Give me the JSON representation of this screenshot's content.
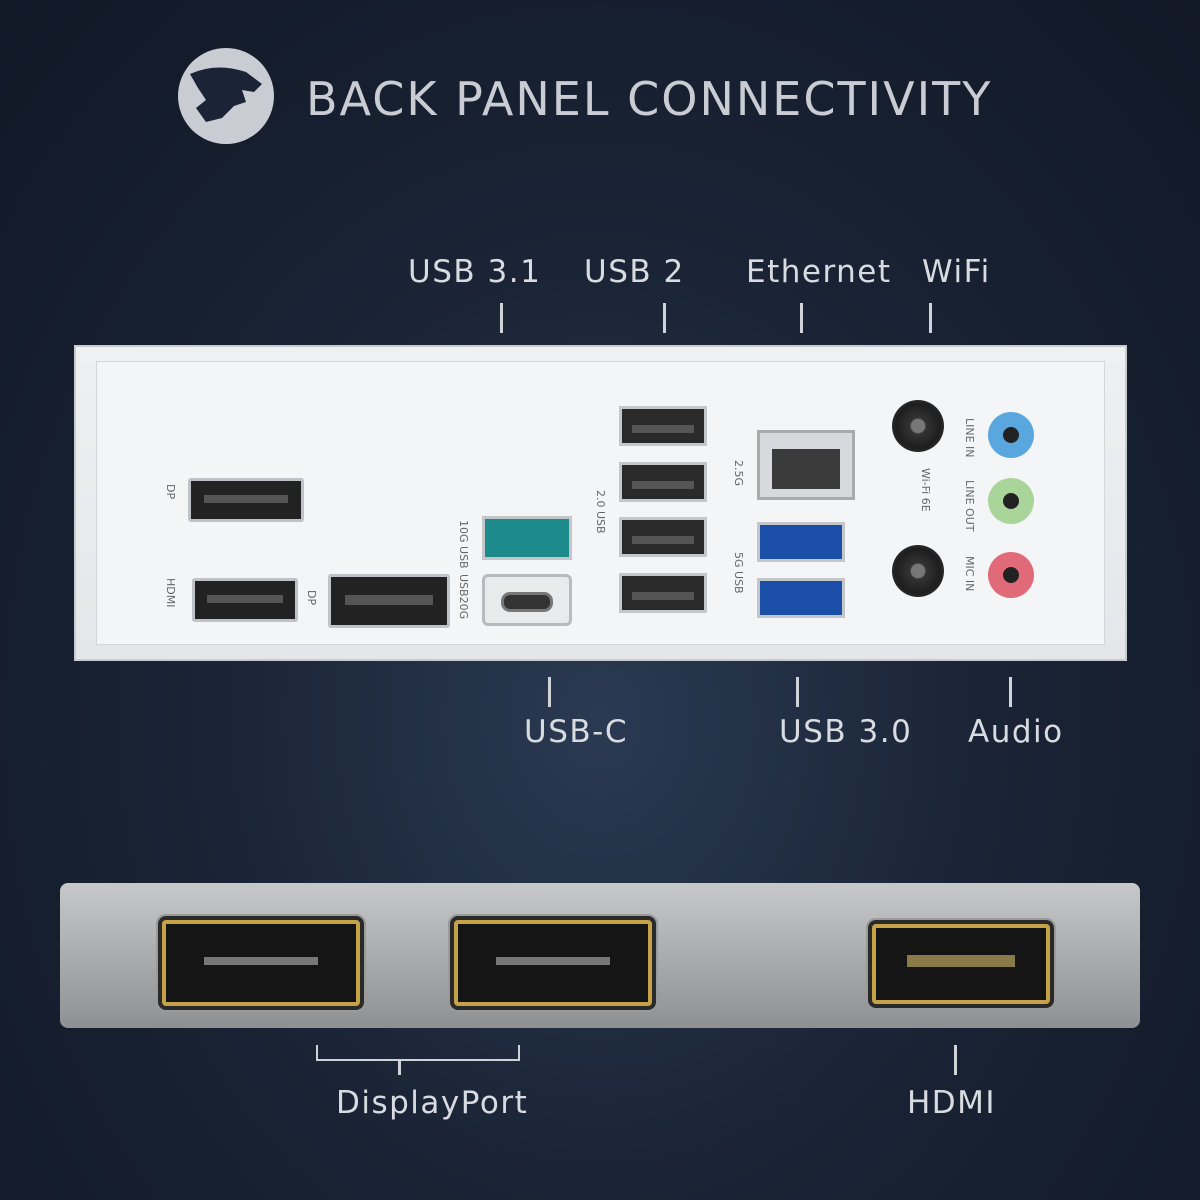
{
  "title": "BACK PANEL CONNECTIVITY",
  "top_labels": {
    "usb31": "USB 3.1",
    "usb2": "USB 2",
    "ethernet": "Ethernet",
    "wifi": "WiFi"
  },
  "bottom_labels": {
    "usbc": "USB-C",
    "usb30": "USB 3.0",
    "audio": "Audio"
  },
  "io_panel_markings": {
    "dp_left": "DP",
    "hdmi": "HDMI",
    "dp_center": "DP",
    "usb10g": "10G USB",
    "usb20g": "USB20G",
    "usb20": "2.0 USB",
    "lan": "2.5G",
    "usb5g": "5G USB",
    "wifi": "Wi-Fi 6E",
    "line_in": "LINE IN",
    "line_out": "LINE OUT",
    "mic_in": "MIC IN"
  },
  "display_labels": {
    "displayport": "DisplayPort",
    "hdmi": "HDMI"
  },
  "colors": {
    "usb31": "#1d8b8c",
    "usb30": "#1c4fa8",
    "line_in": "#5aa7e0",
    "line_out": "#a9d49a",
    "mic_in": "#e06a78",
    "gold": "#c5a247"
  }
}
